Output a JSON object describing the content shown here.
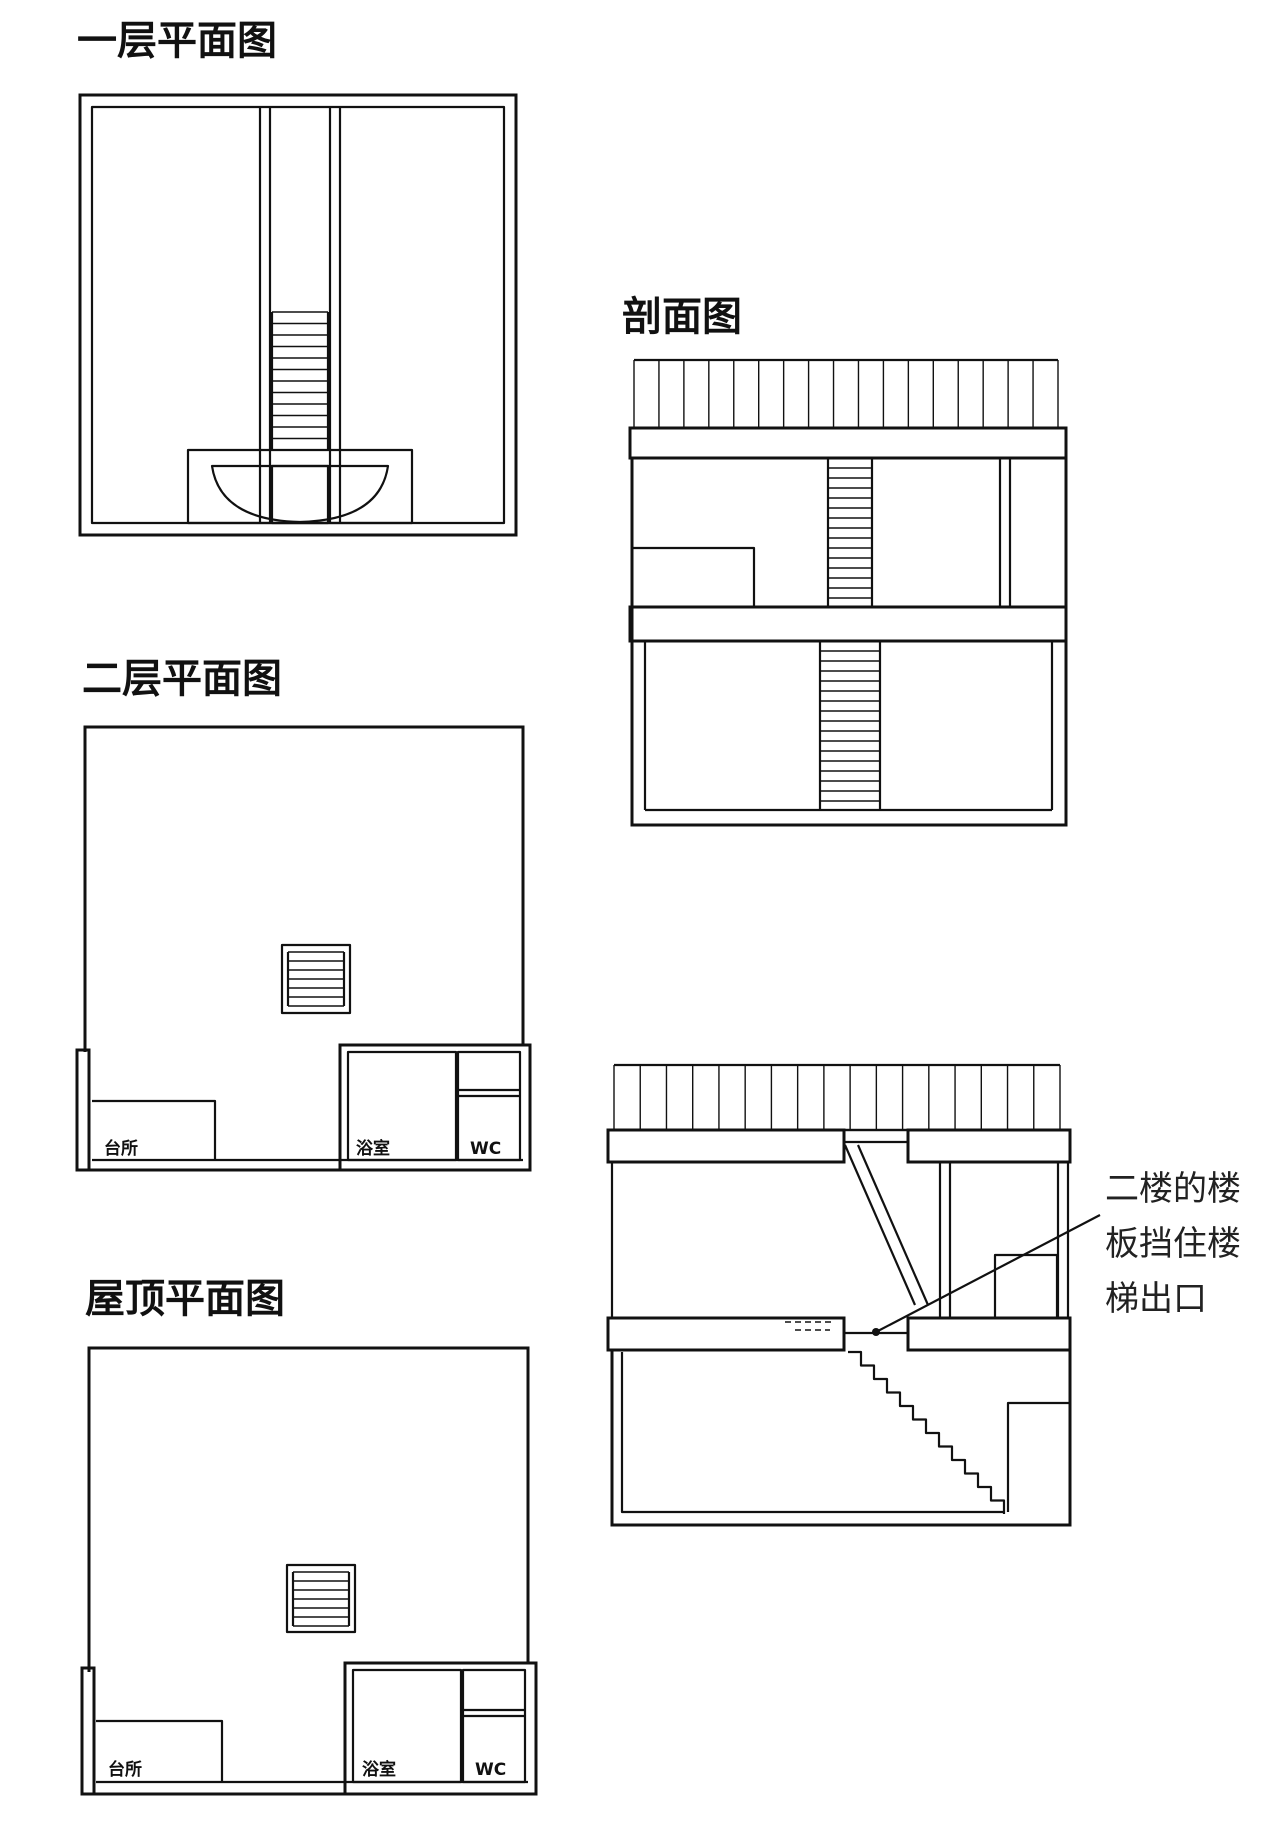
{
  "titles": {
    "floor1": "一层平面图",
    "floor2": "二层平面图",
    "roof": "屋顶平面图",
    "section": "剖面图"
  },
  "labels": {
    "kitchen": "台所",
    "bath": "浴室",
    "wc": "WC"
  },
  "annotation": {
    "line1": "二楼的楼",
    "line2": "板挡住楼",
    "line3": "梯出口"
  }
}
